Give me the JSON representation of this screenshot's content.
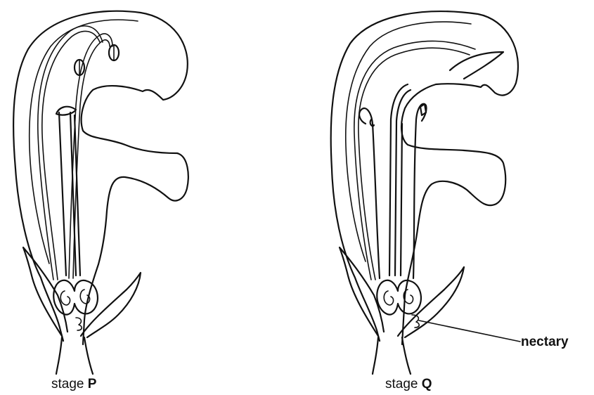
{
  "figures": [
    {
      "caption_prefix": "stage ",
      "caption_letter": "P"
    },
    {
      "caption_prefix": "stage ",
      "caption_letter": "Q"
    }
  ],
  "labels": {
    "nectary": "nectary"
  }
}
